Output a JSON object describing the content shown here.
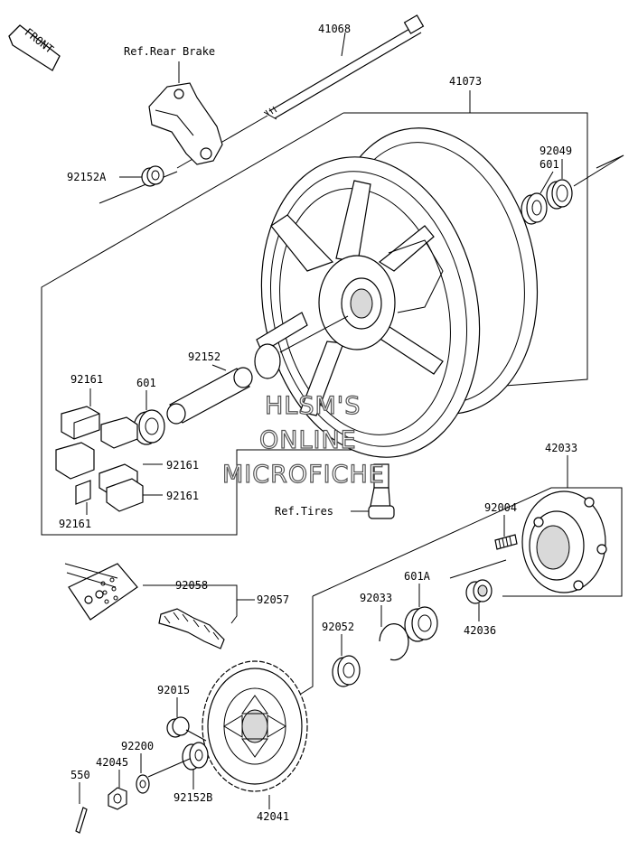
{
  "front_label": "FRONT",
  "labels": {
    "p41068": "41068",
    "ref_rear_brake": "Ref.Rear Brake",
    "p41073": "41073",
    "p92152A": "92152A",
    "p601_right": "601",
    "p92049": "92049",
    "p92152": "92152",
    "p92161_a": "92161",
    "p601_left": "601",
    "p92161_b": "92161",
    "p92161_c": "92161",
    "p92161_d": "92161",
    "p42033": "42033",
    "ref_tires": "Ref.Tires",
    "p92004": "92004",
    "p92058": "92058",
    "p92057": "92057",
    "p92033": "92033",
    "p601A": "601A",
    "p92052": "92052",
    "p42036": "42036",
    "p92015": "92015",
    "p92200": "92200",
    "p42045": "42045",
    "p550": "550",
    "p92152B": "92152B",
    "p42041": "42041"
  },
  "watermark": {
    "line1": "HLSM'S",
    "line2": "ONLINE",
    "line3": "MICROFICHE"
  }
}
